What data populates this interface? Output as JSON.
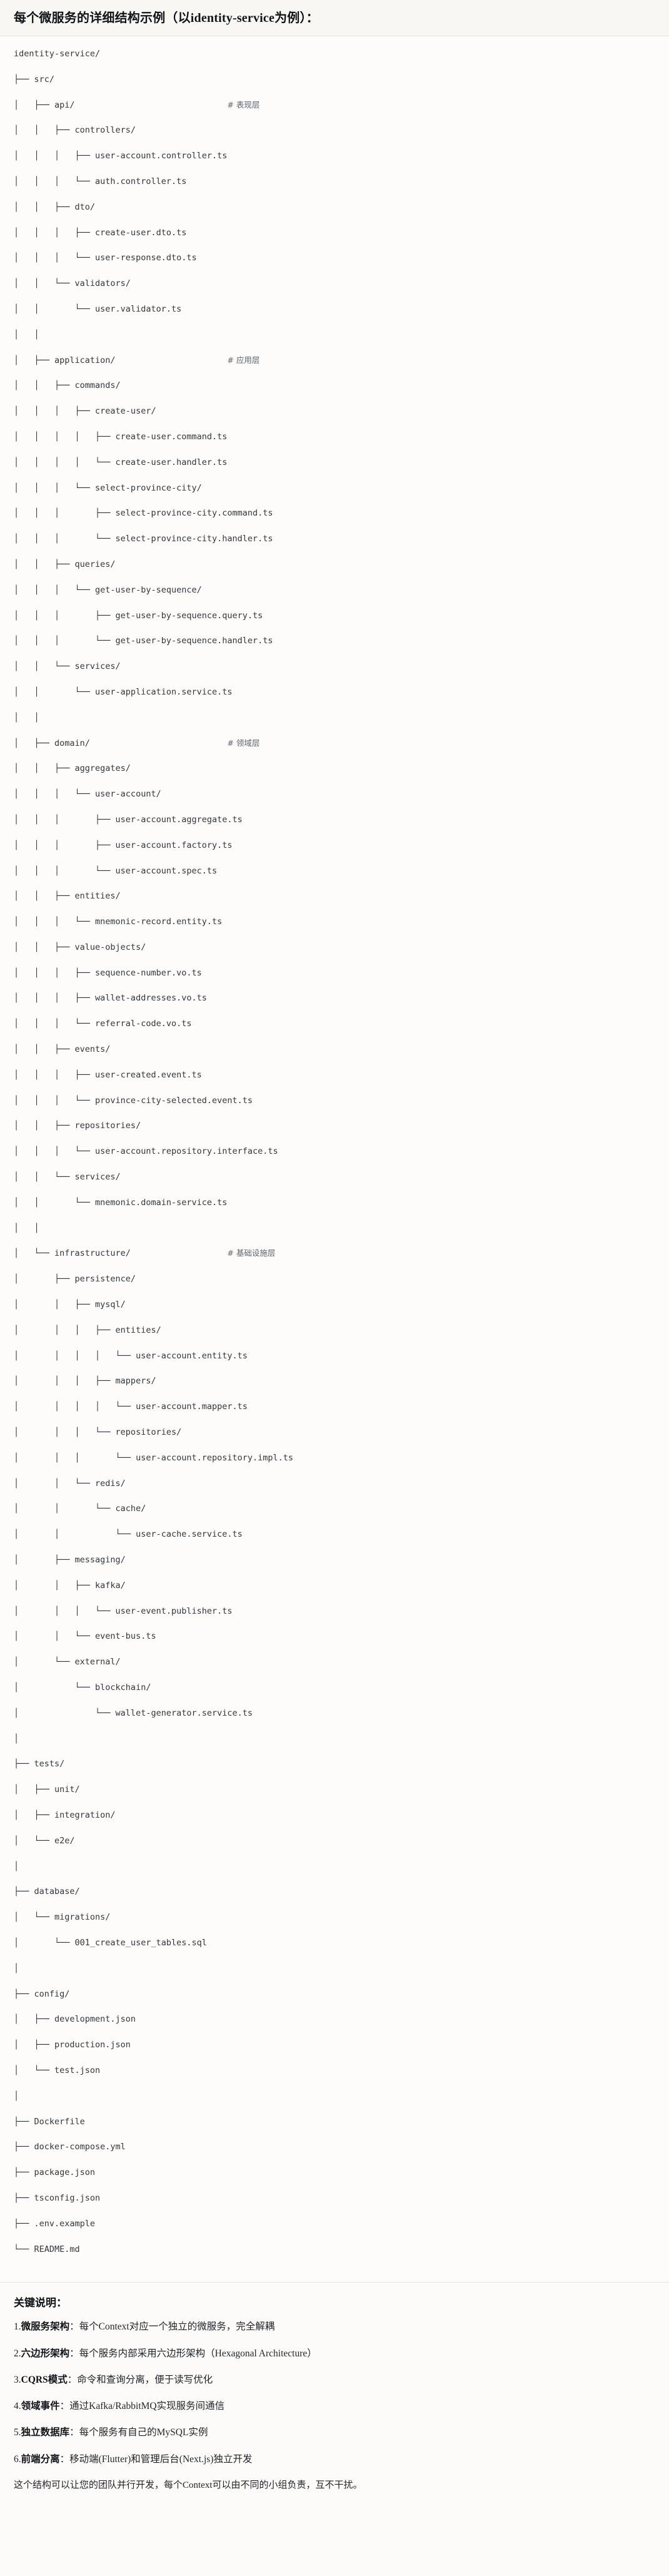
{
  "header": {
    "title": "每个微服务的详细结构示例（以identity-service为例）："
  },
  "tree": {
    "rows": [
      {
        "path": "identity-service/",
        "comment": ""
      },
      {
        "path": "├── src/",
        "comment": ""
      },
      {
        "path": "│   ├── api/",
        "comment": "# 表现层"
      },
      {
        "path": "│   │   ├── controllers/",
        "comment": ""
      },
      {
        "path": "│   │   │   ├── user-account.controller.ts",
        "comment": ""
      },
      {
        "path": "│   │   │   └── auth.controller.ts",
        "comment": ""
      },
      {
        "path": "│   │   ├── dto/",
        "comment": ""
      },
      {
        "path": "│   │   │   ├── create-user.dto.ts",
        "comment": ""
      },
      {
        "path": "│   │   │   └── user-response.dto.ts",
        "comment": ""
      },
      {
        "path": "│   │   └── validators/",
        "comment": ""
      },
      {
        "path": "│   │       └── user.validator.ts",
        "comment": ""
      },
      {
        "path": "│   │",
        "comment": ""
      },
      {
        "path": "│   ├── application/",
        "comment": "# 应用层"
      },
      {
        "path": "│   │   ├── commands/",
        "comment": ""
      },
      {
        "path": "│   │   │   ├── create-user/",
        "comment": ""
      },
      {
        "path": "│   │   │   │   ├── create-user.command.ts",
        "comment": ""
      },
      {
        "path": "│   │   │   │   └── create-user.handler.ts",
        "comment": ""
      },
      {
        "path": "│   │   │   └── select-province-city/",
        "comment": ""
      },
      {
        "path": "│   │   │       ├── select-province-city.command.ts",
        "comment": ""
      },
      {
        "path": "│   │   │       └── select-province-city.handler.ts",
        "comment": ""
      },
      {
        "path": "│   │   ├── queries/",
        "comment": ""
      },
      {
        "path": "│   │   │   └── get-user-by-sequence/",
        "comment": ""
      },
      {
        "path": "│   │   │       ├── get-user-by-sequence.query.ts",
        "comment": ""
      },
      {
        "path": "│   │   │       └── get-user-by-sequence.handler.ts",
        "comment": ""
      },
      {
        "path": "│   │   └── services/",
        "comment": ""
      },
      {
        "path": "│   │       └── user-application.service.ts",
        "comment": ""
      },
      {
        "path": "│   │",
        "comment": ""
      },
      {
        "path": "│   ├── domain/",
        "comment": "# 领域层"
      },
      {
        "path": "│   │   ├── aggregates/",
        "comment": ""
      },
      {
        "path": "│   │   │   └── user-account/",
        "comment": ""
      },
      {
        "path": "│   │   │       ├── user-account.aggregate.ts",
        "comment": ""
      },
      {
        "path": "│   │   │       ├── user-account.factory.ts",
        "comment": ""
      },
      {
        "path": "│   │   │       └── user-account.spec.ts",
        "comment": ""
      },
      {
        "path": "│   │   ├── entities/",
        "comment": ""
      },
      {
        "path": "│   │   │   └── mnemonic-record.entity.ts",
        "comment": ""
      },
      {
        "path": "│   │   ├── value-objects/",
        "comment": ""
      },
      {
        "path": "│   │   │   ├── sequence-number.vo.ts",
        "comment": ""
      },
      {
        "path": "│   │   │   ├── wallet-addresses.vo.ts",
        "comment": ""
      },
      {
        "path": "│   │   │   └── referral-code.vo.ts",
        "comment": ""
      },
      {
        "path": "│   │   ├── events/",
        "comment": ""
      },
      {
        "path": "│   │   │   ├── user-created.event.ts",
        "comment": ""
      },
      {
        "path": "│   │   │   └── province-city-selected.event.ts",
        "comment": ""
      },
      {
        "path": "│   │   ├── repositories/",
        "comment": ""
      },
      {
        "path": "│   │   │   └── user-account.repository.interface.ts",
        "comment": ""
      },
      {
        "path": "│   │   └── services/",
        "comment": ""
      },
      {
        "path": "│   │       └── mnemonic.domain-service.ts",
        "comment": ""
      },
      {
        "path": "│   │",
        "comment": ""
      },
      {
        "path": "│   └── infrastructure/",
        "comment": "# 基础设施层"
      },
      {
        "path": "│       ├── persistence/",
        "comment": ""
      },
      {
        "path": "│       │   ├── mysql/",
        "comment": ""
      },
      {
        "path": "│       │   │   ├── entities/",
        "comment": ""
      },
      {
        "path": "│       │   │   │   └── user-account.entity.ts",
        "comment": ""
      },
      {
        "path": "│       │   │   ├── mappers/",
        "comment": ""
      },
      {
        "path": "│       │   │   │   └── user-account.mapper.ts",
        "comment": ""
      },
      {
        "path": "│       │   │   └── repositories/",
        "comment": ""
      },
      {
        "path": "│       │   │       └── user-account.repository.impl.ts",
        "comment": ""
      },
      {
        "path": "│       │   └── redis/",
        "comment": ""
      },
      {
        "path": "│       │       └── cache/",
        "comment": ""
      },
      {
        "path": "│       │           └── user-cache.service.ts",
        "comment": ""
      },
      {
        "path": "│       ├── messaging/",
        "comment": ""
      },
      {
        "path": "│       │   ├── kafka/",
        "comment": ""
      },
      {
        "path": "│       │   │   └── user-event.publisher.ts",
        "comment": ""
      },
      {
        "path": "│       │   └── event-bus.ts",
        "comment": ""
      },
      {
        "path": "│       └── external/",
        "comment": ""
      },
      {
        "path": "│           └── blockchain/",
        "comment": ""
      },
      {
        "path": "│               └── wallet-generator.service.ts",
        "comment": ""
      },
      {
        "path": "│",
        "comment": ""
      },
      {
        "path": "├── tests/",
        "comment": ""
      },
      {
        "path": "│   ├── unit/",
        "comment": ""
      },
      {
        "path": "│   ├── integration/",
        "comment": ""
      },
      {
        "path": "│   └── e2e/",
        "comment": ""
      },
      {
        "path": "│",
        "comment": ""
      },
      {
        "path": "├── database/",
        "comment": ""
      },
      {
        "path": "│   └── migrations/",
        "comment": ""
      },
      {
        "path": "│       └── 001_create_user_tables.sql",
        "comment": ""
      },
      {
        "path": "│",
        "comment": ""
      },
      {
        "path": "├── config/",
        "comment": ""
      },
      {
        "path": "│   ├── development.json",
        "comment": ""
      },
      {
        "path": "│   ├── production.json",
        "comment": ""
      },
      {
        "path": "│   └── test.json",
        "comment": ""
      },
      {
        "path": "│",
        "comment": ""
      },
      {
        "path": "├── Dockerfile",
        "comment": ""
      },
      {
        "path": "├── docker-compose.yml",
        "comment": ""
      },
      {
        "path": "├── package.json",
        "comment": ""
      },
      {
        "path": "├── tsconfig.json",
        "comment": ""
      },
      {
        "path": "├── .env.example",
        "comment": ""
      },
      {
        "path": "└── README.md",
        "comment": ""
      }
    ]
  },
  "notes": {
    "title": "关键说明：",
    "items": [
      {
        "num": "1.",
        "key": "微服务架构",
        "body": "：每个Context对应一个独立的微服务，完全解耦"
      },
      {
        "num": "2.",
        "key": "六边形架构",
        "body": "：每个服务内部采用六边形架构（Hexagonal Architecture）"
      },
      {
        "num": "3.",
        "key": "CQRS模式",
        "body": "：命令和查询分离，便于读写优化"
      },
      {
        "num": "4.",
        "key": "领域事件",
        "body": "：通过Kafka/RabbitMQ实现服务间通信"
      },
      {
        "num": "5.",
        "key": "独立数据库",
        "body": "：每个服务有自己的MySQL实例"
      },
      {
        "num": "6.",
        "key": "前端分离",
        "body": "：移动端(Flutter)和管理后台(Next.js)独立开发"
      }
    ],
    "footer": "这个结构可以让您的团队并行开发，每个Context可以由不同的小组负责，互不干扰。"
  }
}
